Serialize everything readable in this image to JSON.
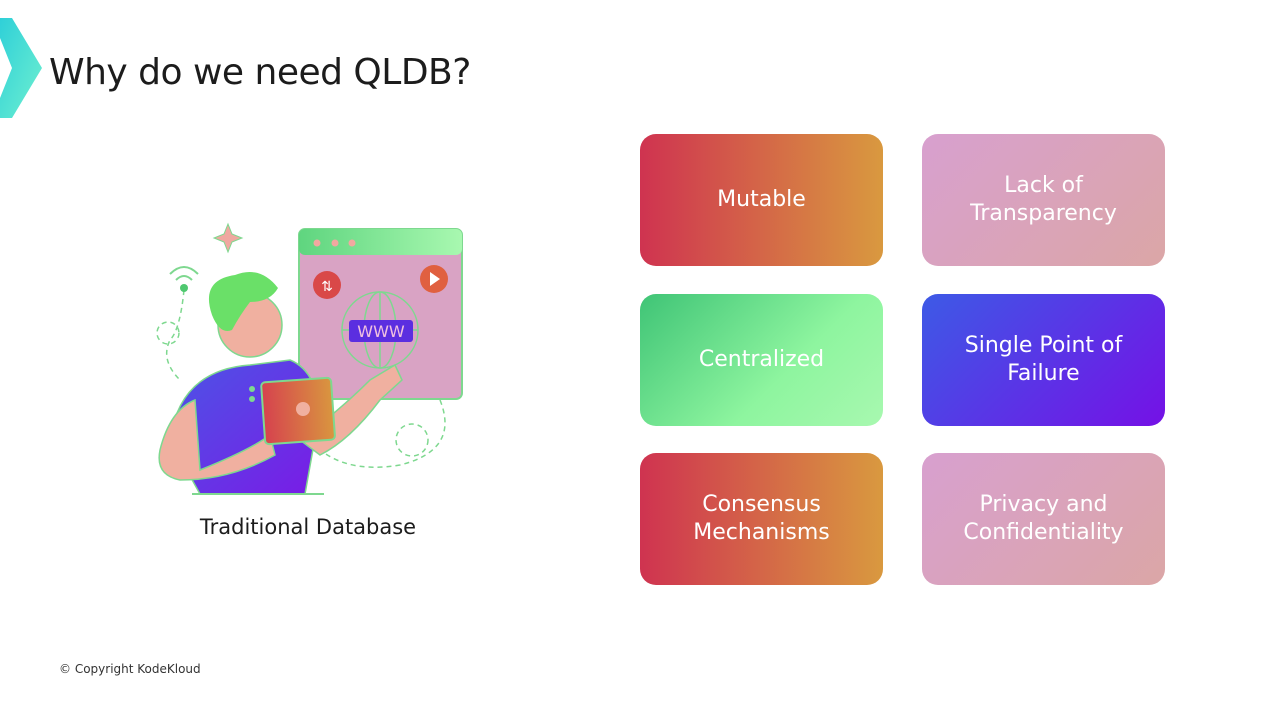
{
  "title": "Why do we need QLDB?",
  "illustration": {
    "caption": "Traditional Database",
    "browser_text": "WWW"
  },
  "cards": [
    {
      "label": "Mutable"
    },
    {
      "label": "Lack of Transparency"
    },
    {
      "label": "Centralized"
    },
    {
      "label": "Single Point of Failure"
    },
    {
      "label": "Consensus Mechanisms"
    },
    {
      "label": "Privacy and Confidentiality"
    }
  ],
  "footer": {
    "copyright": "© Copyright KodeKloud"
  },
  "colors": {
    "accent": "#3fe0d0",
    "red_orange_start": "#cf3350",
    "red_orange_end": "#d9993f",
    "pink": "#d8a0cf",
    "green": "#8ef59f",
    "purple": "#7511e6"
  }
}
